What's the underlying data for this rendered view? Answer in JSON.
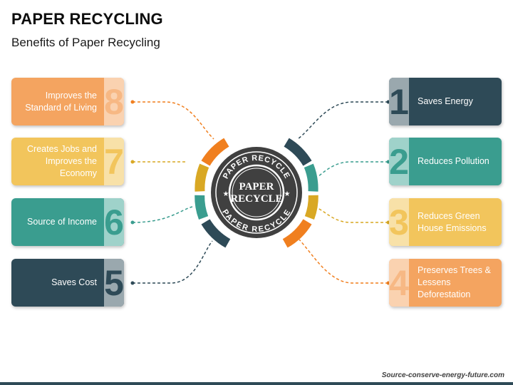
{
  "header": {
    "title": "PAPER RECYCLING",
    "subtitle": "Benefits of Paper Recycling"
  },
  "stamp": {
    "top_text": "PAPER RECYCLE",
    "center_line1": "PAPER",
    "center_line2": "RECYCLE",
    "bottom_text": "PAPER RECYCLE"
  },
  "colors": {
    "orange": "#f4a460",
    "yellow": "#f2c55c",
    "teal": "#3a9d8f",
    "navy": "#2e4a57",
    "dark_orange": "#f07f1f",
    "mustard": "#d9a824"
  },
  "left_items": [
    {
      "number": "8",
      "text": "Improves the Standard of Living",
      "color": "#f4a460",
      "tab": "#fad2b0",
      "numcolor": "#f7b884"
    },
    {
      "number": "7",
      "text": "Creates Jobs and Improves the Economy",
      "color": "#f2c55c",
      "tab": "#f8e1a8",
      "numcolor": "#f2c55c"
    },
    {
      "number": "6",
      "text": "Source of Income",
      "color": "#3a9d8f",
      "tab": "#9fd2ca",
      "numcolor": "#3a9d8f"
    },
    {
      "number": "5",
      "text": "Saves Cost",
      "color": "#2e4a57",
      "tab": "#9aa8ae",
      "numcolor": "#2e4a57"
    }
  ],
  "right_items": [
    {
      "number": "1",
      "text": "Saves Energy",
      "color": "#2e4a57",
      "tab": "#9aa8ae",
      "numcolor": "#2e4a57"
    },
    {
      "number": "2",
      "text": "Reduces Pollution",
      "color": "#3a9d8f",
      "tab": "#9fd2ca",
      "numcolor": "#3a9d8f"
    },
    {
      "number": "3",
      "text": "Reduces Green House Emissions",
      "color": "#f2c55c",
      "tab": "#f8e1a8",
      "numcolor": "#f2c55c"
    },
    {
      "number": "4",
      "text": "Preserves Trees & Lessens Deforestation",
      "color": "#f4a460",
      "tab": "#fad2b0",
      "numcolor": "#f7b884"
    }
  ],
  "footer": {
    "source": "Source-conserve-energy-future.com"
  }
}
